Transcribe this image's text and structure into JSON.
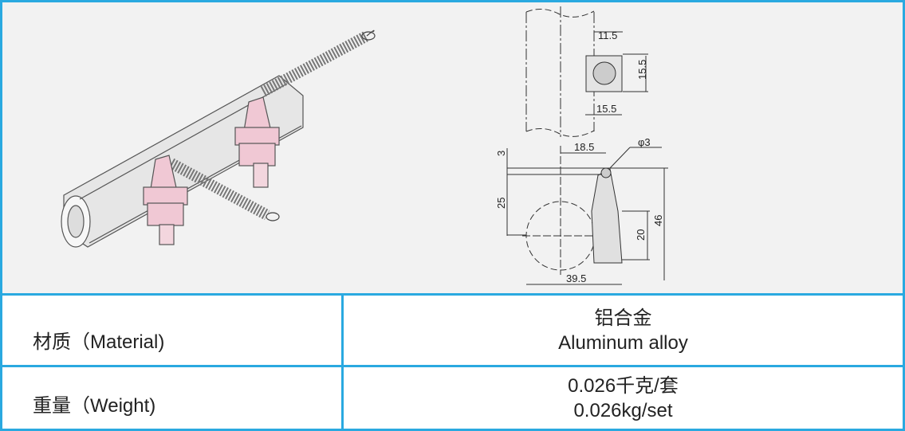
{
  "drawing": {
    "dims": {
      "d_11_5": "11.5",
      "d_15_5_h": "15.5",
      "d_15_5_w": "15.5",
      "d_18_5": "18.5",
      "d_phi3": "φ3",
      "d_3": "3",
      "d_25": "25",
      "d_20": "20",
      "d_46": "46",
      "d_39_5": "39.5"
    }
  },
  "specs": [
    {
      "label": "材质（Material)",
      "value_cn": "铝合金",
      "value_en": "Aluminum alloy"
    },
    {
      "label": "重量（Weight)",
      "value_cn": "0.026千克/套",
      "value_en": "0.026kg/set"
    }
  ],
  "colors": {
    "border": "#2aa9e0",
    "part": "#f0c8d4",
    "figure_bg": "#f2f2f2"
  }
}
